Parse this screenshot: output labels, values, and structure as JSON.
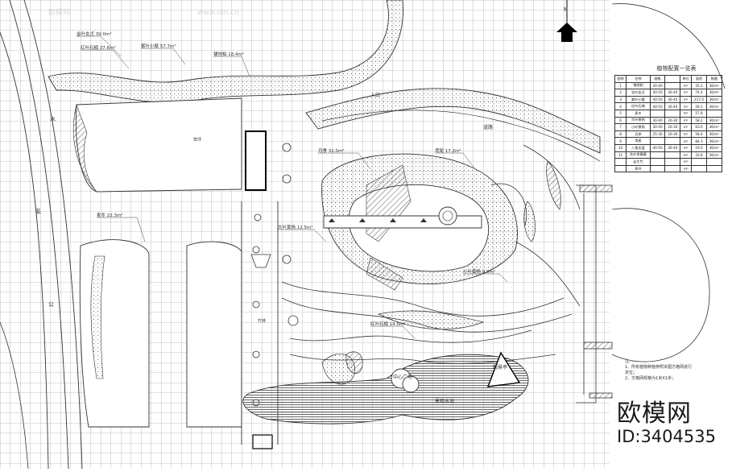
{
  "drawing": {
    "north_label": "N",
    "table_title": "植物配置一览表",
    "table_headers": [
      "图例",
      "名称",
      "规格",
      "",
      "单位",
      "面积",
      "数量"
    ],
    "table_rows": [
      [
        "1",
        "铺地柏",
        "30-40",
        "",
        "m²",
        "35.2",
        "36/m²"
      ],
      [
        "2",
        "金叶女贞",
        "40-50",
        "30-40",
        "m²",
        "74.4",
        "36/m²"
      ],
      [
        "3",
        "紫叶小檗",
        "40-50",
        "30-40",
        "m²",
        "217.0",
        "36/m²"
      ],
      [
        "4",
        "红叶石楠",
        "40-50",
        "30-40",
        "m²",
        "29.1",
        "36/m²"
      ],
      [
        "5",
        "麦冬",
        "",
        "",
        "m²",
        "57.8",
        ""
      ],
      [
        "6",
        "大叶黄杨",
        "30-40",
        "20-30",
        "m²",
        "58.2",
        "36/m²"
      ],
      [
        "7",
        "小叶黄杨",
        "30-40",
        "20-30",
        "m²",
        "63.6",
        "36/m²"
      ],
      [
        "8",
        "月季",
        "25-30",
        "20-30",
        "m²",
        "58.4",
        "36/m²"
      ],
      [
        "9",
        "鸢尾",
        "",
        "",
        "m²",
        "84.3",
        "36/m²"
      ],
      [
        "10",
        "八角金盘",
        "40-50",
        "30-40",
        "m²",
        "19.0",
        "36/m²"
      ],
      [
        "11",
        "花叶常春藤",
        "",
        "",
        "m²",
        "33.8",
        "36/m²"
      ],
      [
        "",
        "丛生竹",
        "",
        "",
        "m²",
        "",
        ""
      ],
      [
        "",
        "草坪",
        "",
        "",
        "m²",
        "",
        ""
      ]
    ],
    "notes_heading": "注：",
    "note_line_1": "1、所有植物种植参照本图方格网进行",
    "note_line_2": "定位；",
    "note_line_3": "2、方格网规格为1米X1米；",
    "watermark_url": "www.om.cn",
    "watermark_brand": "欧模网",
    "brand_text": "欧模网",
    "brand_id": "ID:3404535",
    "labels": {
      "water_1": "水",
      "water_2": "系",
      "wall_label": "公",
      "road_label": "道路",
      "stair_label": "入口",
      "plaza_label": "中心广场",
      "pond_label": "景观水池",
      "pavilion_label": "观景亭",
      "lawn_label": "草坪",
      "bamboo_label": "竹林",
      "area_a": "金叶女贞 39.0m²",
      "area_b": "红叶石楠 37.6m²",
      "area_c": "紫叶小檗 57.7m²",
      "area_d": "铺地柏 18.4m²",
      "area_e": "麦冬 22.3m²",
      "area_f": "大叶黄杨 12.5m²",
      "area_g": "月季 31.0m²",
      "area_h": "鸢尾 17.2m²",
      "area_i": "小叶黄杨 9.8m²",
      "area_j": "红叶石楠 14.6m²"
    }
  }
}
